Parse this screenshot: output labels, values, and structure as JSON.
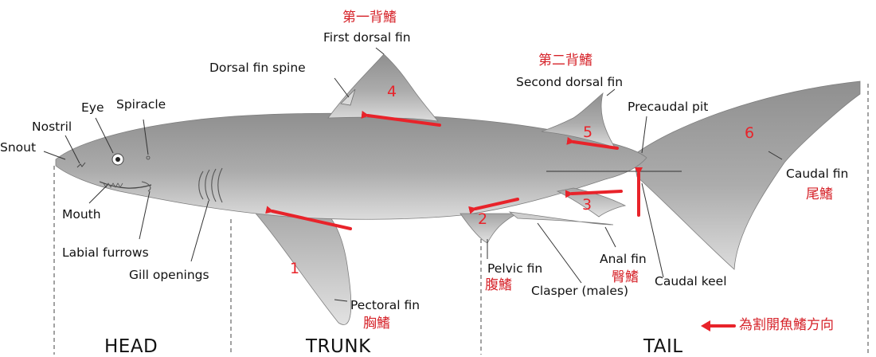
{
  "colors": {
    "arrow": "#e8232a",
    "label_zh": "#d6232a",
    "body_dark": "#9a9a9a",
    "body_light": "#d7d7d7"
  },
  "labels": {
    "snout": "Snout",
    "nostril": "Nostril",
    "eye": "Eye",
    "spiracle": "Spiracle",
    "mouth": "Mouth",
    "labial_furrows": "Labial furrows",
    "gill_openings": "Gill openings",
    "dorsal_fin_spine": "Dorsal fin spine",
    "first_dorsal_fin": "First dorsal fin",
    "second_dorsal_fin": "Second dorsal fin",
    "precaudal_pit": "Precaudal pit",
    "caudal_fin": "Caudal fin",
    "pectoral_fin": "Pectoral fin",
    "pelvic_fin": "Pelvic fin",
    "clasper": "Clasper (males)",
    "anal_fin": "Anal fin",
    "caudal_keel": "Caudal keel"
  },
  "labels_zh": {
    "first_dorsal_fin": "第一背鰭",
    "second_dorsal_fin": "第二背鰭",
    "caudal_fin": "尾鰭",
    "pectoral_fin": "胸鰭",
    "pelvic_fin": "腹鰭",
    "anal_fin": "臀鰭"
  },
  "fin_numbers": [
    "1",
    "2",
    "3",
    "4",
    "5",
    "6"
  ],
  "sections": [
    "HEAD",
    "TRUNK",
    "TAIL"
  ],
  "legend": {
    "text": "為割開魚鰭方向",
    "icon": "red-left-arrow"
  }
}
